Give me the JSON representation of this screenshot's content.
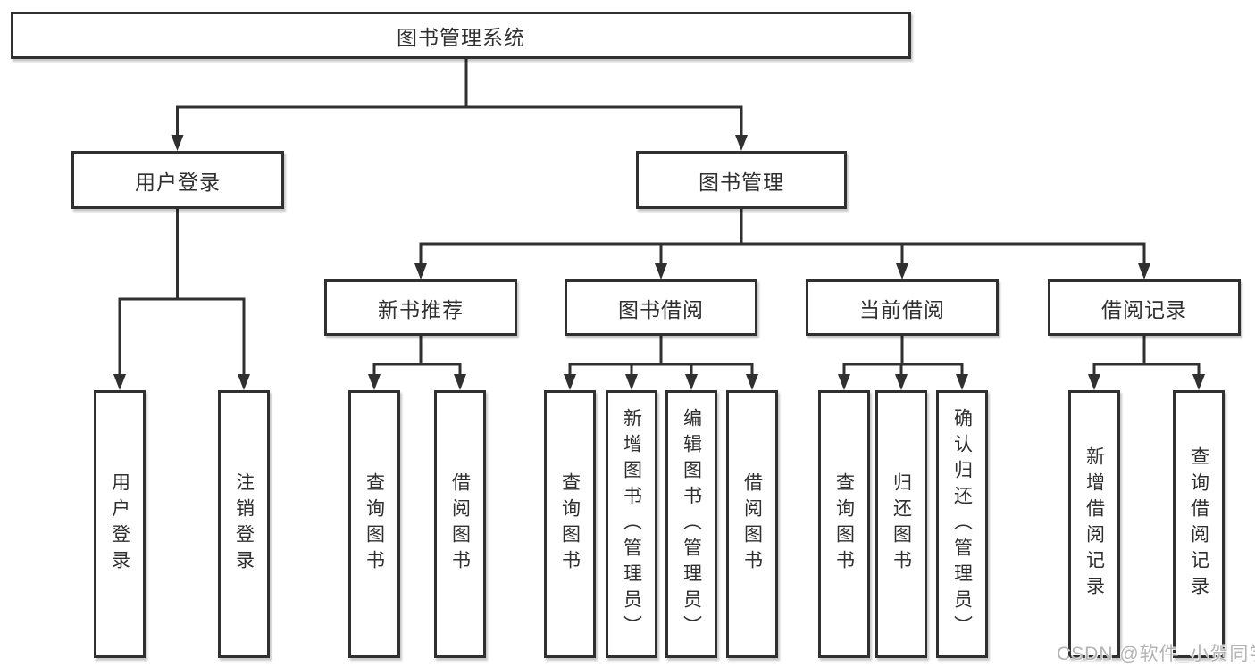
{
  "diagram": {
    "root": {
      "label": "图书管理系统"
    },
    "level1": [
      {
        "label": "用户登录"
      },
      {
        "label": "图书管理"
      }
    ],
    "level2": [
      {
        "label": "新书推荐"
      },
      {
        "label": "图书借阅"
      },
      {
        "label": "当前借阅"
      },
      {
        "label": "借阅记录"
      }
    ],
    "leaves": [
      {
        "label": "用户登录"
      },
      {
        "label": "注销登录"
      },
      {
        "label": "查询图书"
      },
      {
        "label": "借阅图书"
      },
      {
        "label": "查询图书"
      },
      {
        "label": "新增图书（管理员）"
      },
      {
        "label": "编辑图书（管理员）"
      },
      {
        "label": "借阅图书"
      },
      {
        "label": "查询图书"
      },
      {
        "label": "归还图书"
      },
      {
        "label": "确认归还（管理员）"
      },
      {
        "label": "新增借阅记录"
      },
      {
        "label": "查询借阅记录"
      }
    ]
  },
  "watermark": {
    "text": "CSDN @软件_小贺同学"
  },
  "colors": {
    "line": "#303030",
    "text": "#2f2f2f",
    "background": "#ffffff",
    "watermark": "#b4b4b4"
  }
}
